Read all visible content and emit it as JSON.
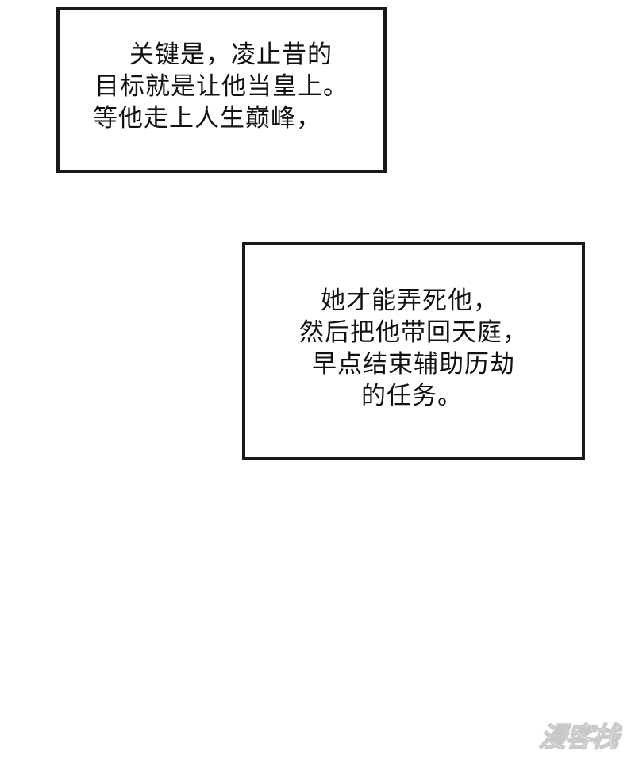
{
  "captions": [
    {
      "lines": [
        "关键是，凌止昔的",
        "目标就是让他当皇上。",
        "等他走上人生巅峰，"
      ]
    },
    {
      "lines": [
        "她才能弄死他，",
        "然后把他带回天庭，",
        "早点结束辅助历劫",
        "的任务。"
      ]
    }
  ],
  "watermark": {
    "text": "漫客栈"
  },
  "colors": {
    "background": "#ffffff",
    "border": "#1a1a1a",
    "text": "#111111",
    "watermark_outline": "#c8c8c8"
  }
}
